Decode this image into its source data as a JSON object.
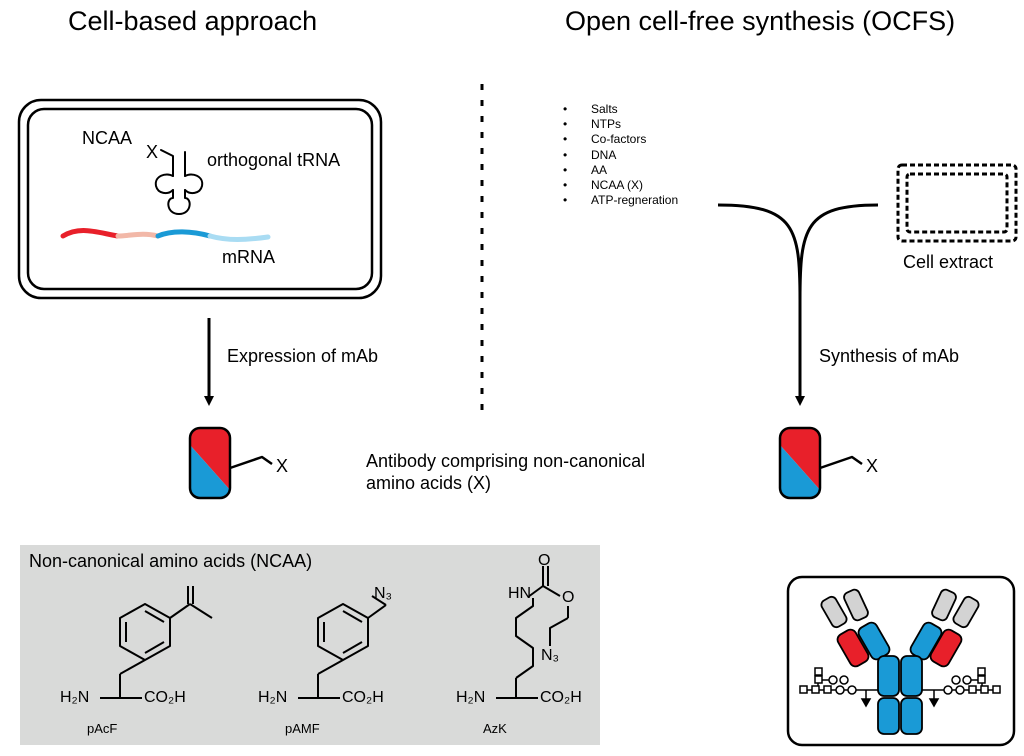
{
  "titles": {
    "left": "Cell-based approach",
    "right": "Open cell-free synthesis (OCFS)"
  },
  "cell": {
    "ncaa_label": "NCAA",
    "x_label": "X",
    "trna_label": "orthogonal tRNA",
    "mrna_label": "mRNA"
  },
  "arrows": {
    "left_label": "Expression of mAb",
    "right_label": "Synthesis of mAb"
  },
  "components": [
    "Salts",
    "NTPs",
    "Co-factors",
    "DNA",
    "AA",
    "NCAA (X)",
    "ATP-regneration"
  ],
  "extract_label": "Cell extract",
  "antibody": {
    "caption_line1": "Antibody comprising non-canonical",
    "caption_line2": "amino acids (X)",
    "x_label": "X"
  },
  "ncaa_panel": {
    "title": "Non-canonical amino acids (NCAA)",
    "molecules": [
      {
        "name": "pAcF",
        "amine": "H₂N",
        "acid": "CO₂H"
      },
      {
        "name": "pAMF",
        "amine": "H₂N",
        "acid": "CO₂H",
        "azide": "N₃"
      },
      {
        "name": "AzK",
        "amine": "H₂N",
        "acid": "CO₂H",
        "azide": "N₃",
        "nh": "HN",
        "carbonyl_o": "O",
        "ester_o": "O"
      }
    ]
  },
  "colors": {
    "red": "#e8202a",
    "blue": "#1a9ad6",
    "light_red": "#f2b8a8",
    "light_blue": "#a9dcf3",
    "panel_gray": "#d9dad9",
    "light_gray": "#d3d3d3"
  }
}
